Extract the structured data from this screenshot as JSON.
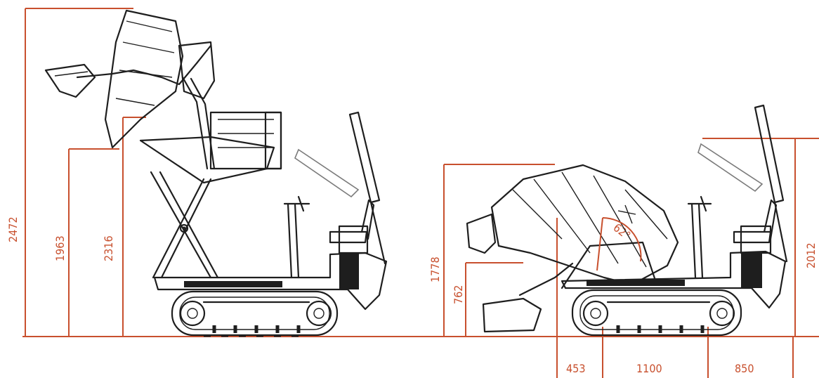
{
  "dimensions": {
    "total_height_raised": "2472",
    "bucket_pivot_height": "1963",
    "dump_height": "2316",
    "loaded_height": "1778",
    "bucket_lip_height": "762",
    "front_overhang": "453",
    "track_base": "1100",
    "rear_overhang": "850",
    "cab_height": "2012",
    "tilt_angle": "62°"
  }
}
